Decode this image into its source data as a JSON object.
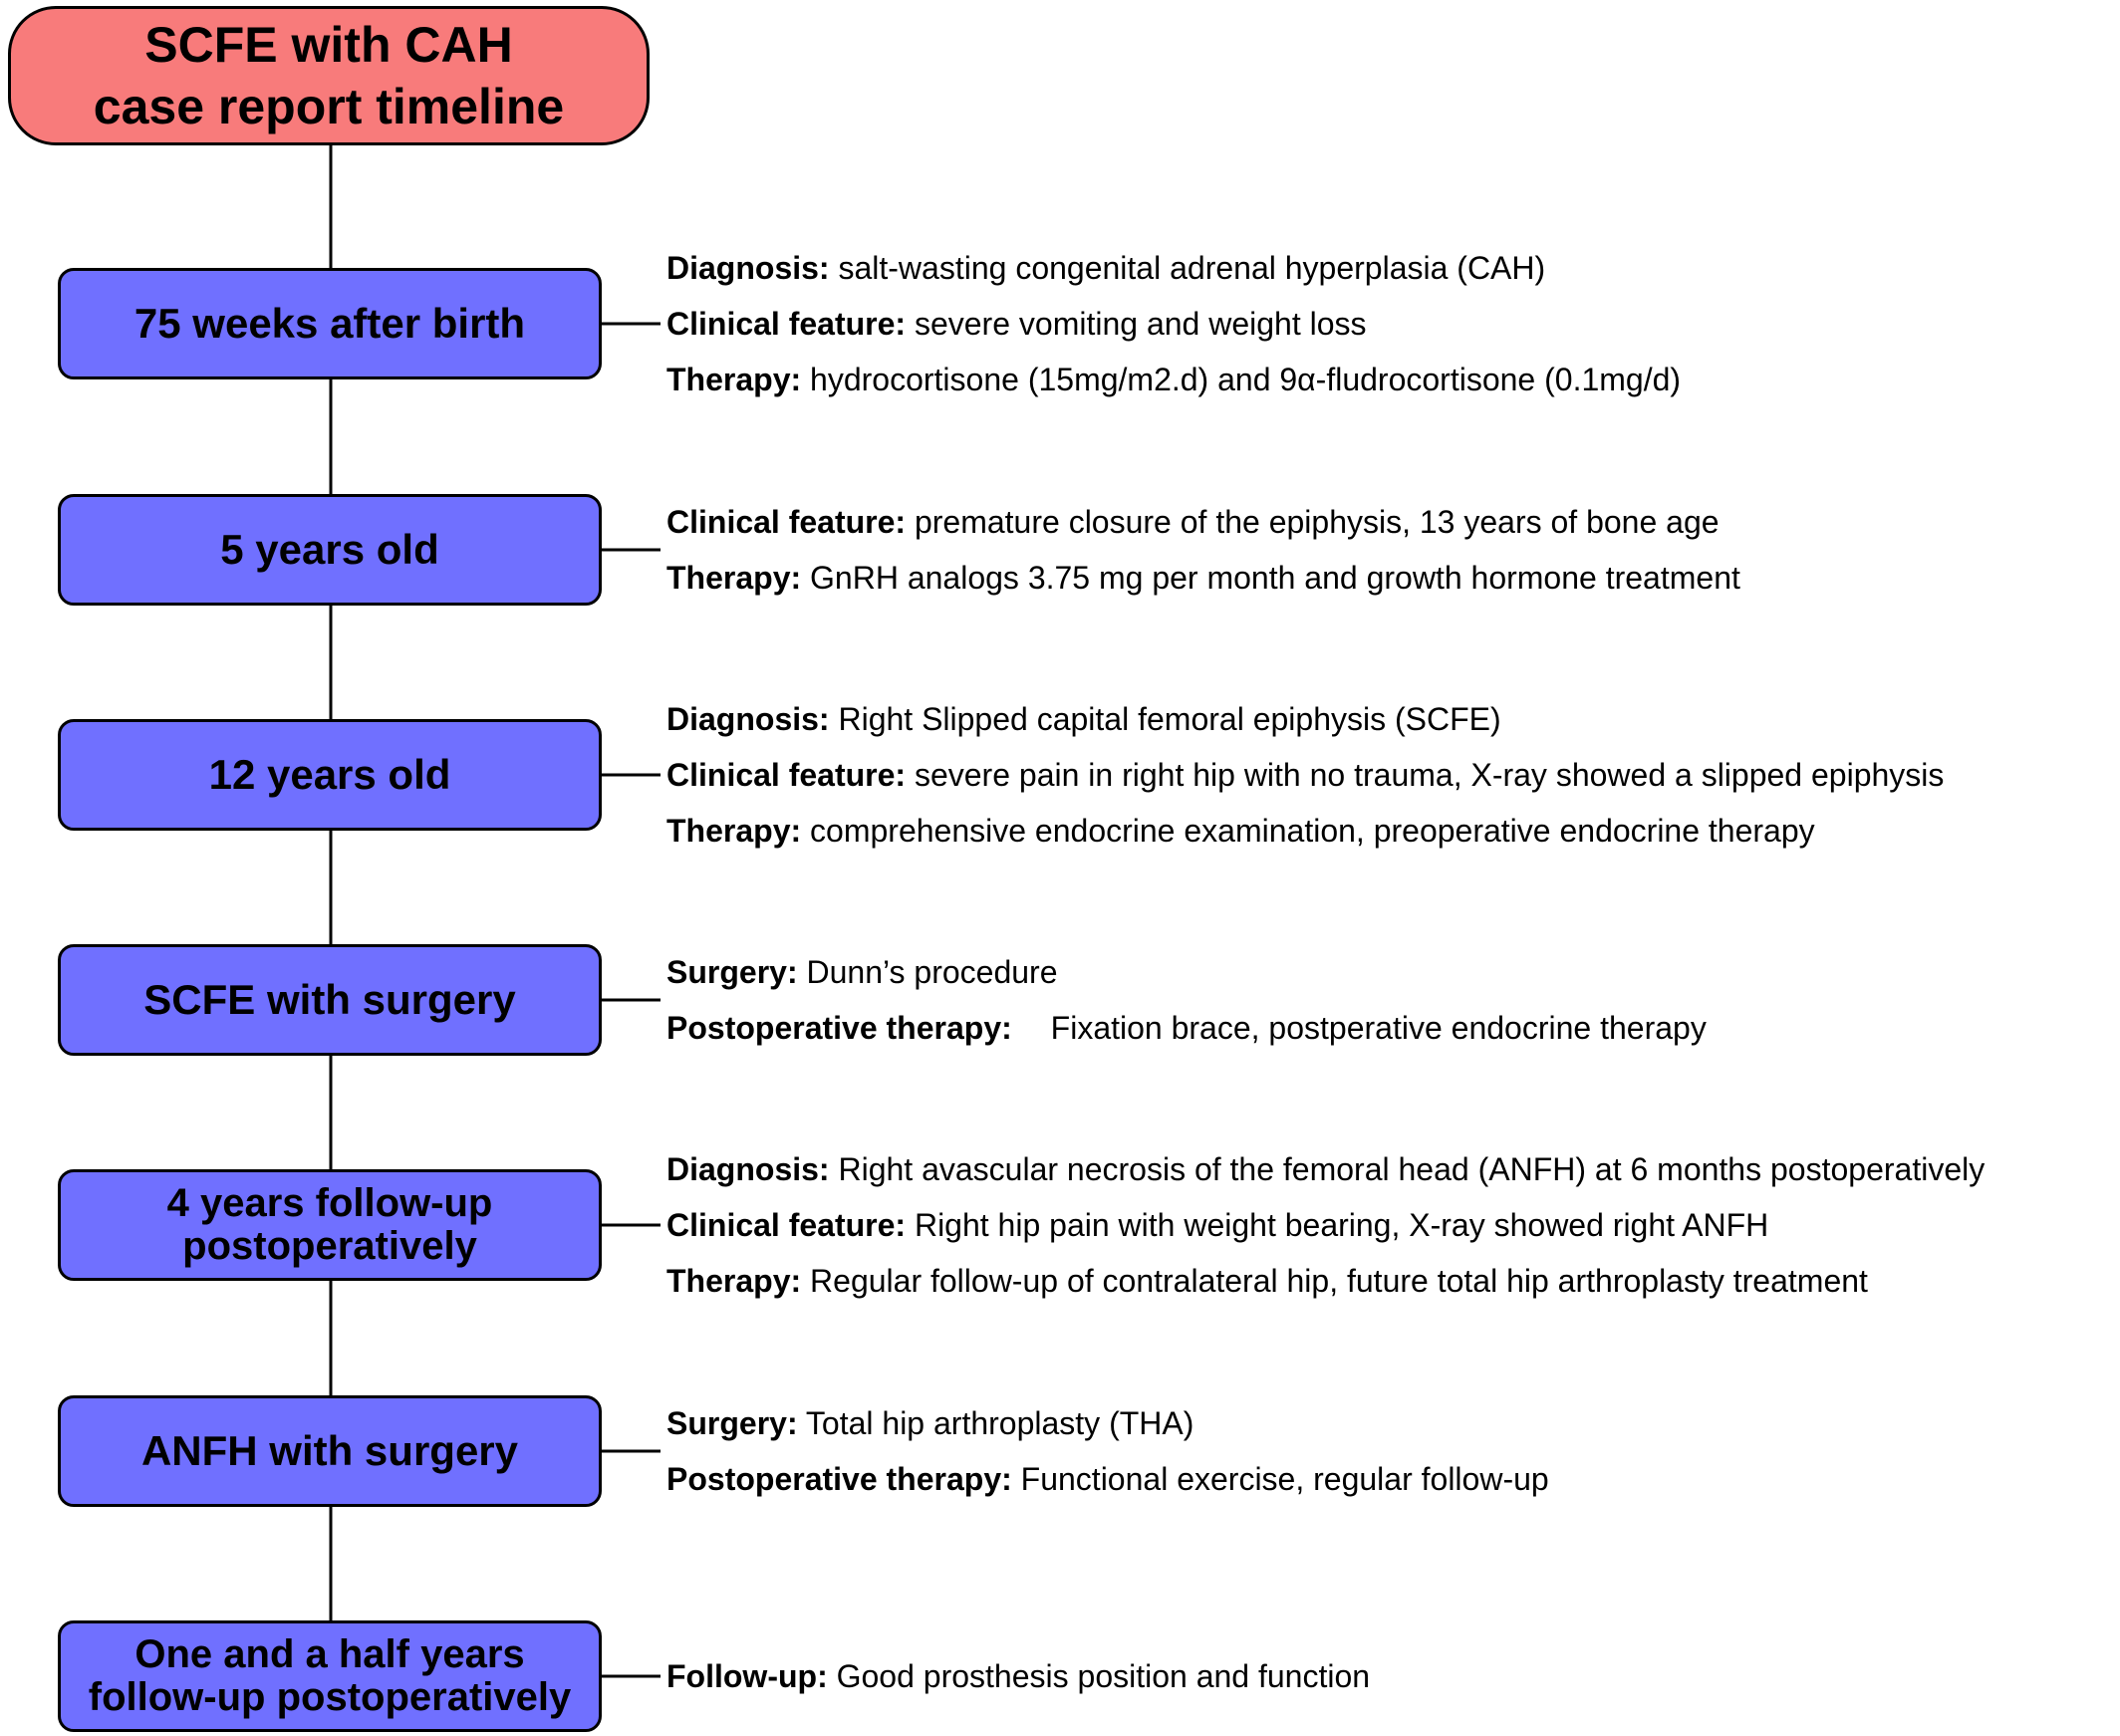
{
  "title": {
    "line1": "SCFE with CAH",
    "line2": "case report timeline"
  },
  "colors": {
    "title_fill": "#f87b7b",
    "node_fill": "#7070ff",
    "line": "#000000"
  },
  "timeline": [
    {
      "label": [
        "75 weeks after birth"
      ],
      "details": [
        {
          "key": "Diagnosis:",
          "value": "salt-wasting congenital adrenal hyperplasia (CAH)"
        },
        {
          "key": "Clinical feature:",
          "value": "severe vomiting and weight loss"
        },
        {
          "key": "Therapy:",
          "value": "hydrocortisone (15mg/m2.d) and 9α-fludrocortisone (0.1mg/d)"
        }
      ]
    },
    {
      "label": [
        "5 years old"
      ],
      "details": [
        {
          "key": "Clinical feature:",
          "value": "premature closure of the epiphysis, 13 years of bone age"
        },
        {
          "key": "Therapy:",
          "value": "GnRH analogs 3.75 mg per month and growth hormone treatment"
        }
      ]
    },
    {
      "label": [
        "12 years old"
      ],
      "details": [
        {
          "key": "Diagnosis:",
          "value": "Right Slipped capital femoral epiphysis (SCFE)"
        },
        {
          "key": "Clinical feature:",
          "value": "severe pain in right hip with no trauma, X-ray showed a slipped epiphysis"
        },
        {
          "key": "Therapy:",
          "value": "comprehensive endocrine examination, preoperative endocrine therapy"
        }
      ]
    },
    {
      "label": [
        "SCFE with surgery"
      ],
      "details": [
        {
          "key": "Surgery:",
          "value": "Dunn’s procedure"
        },
        {
          "key": "Postoperative therapy:",
          "value": "Fixation brace, postperative endocrine therapy",
          "wide_gap": true
        }
      ]
    },
    {
      "label": [
        "4 years follow-up",
        "postoperatively"
      ],
      "details": [
        {
          "key": "Diagnosis:",
          "value": "Right avascular necrosis of the femoral head (ANFH) at 6 months postoperatively"
        },
        {
          "key": "Clinical feature:",
          "value": "Right hip pain with weight bearing, X-ray showed right ANFH"
        },
        {
          "key": "Therapy:",
          "value": "Regular follow-up of contralateral hip, future total hip arthroplasty treatment"
        }
      ]
    },
    {
      "label": [
        "ANFH with surgery"
      ],
      "details": [
        {
          "key": "Surgery:",
          "value": "Total hip arthroplasty (THA)"
        },
        {
          "key": "Postoperative therapy:",
          "value": "Functional exercise, regular follow-up"
        }
      ]
    },
    {
      "label": [
        "One and a half years",
        "follow-up postoperatively"
      ],
      "details": [
        {
          "key": "Follow-up:",
          "value": "Good prosthesis position and function"
        }
      ]
    }
  ]
}
